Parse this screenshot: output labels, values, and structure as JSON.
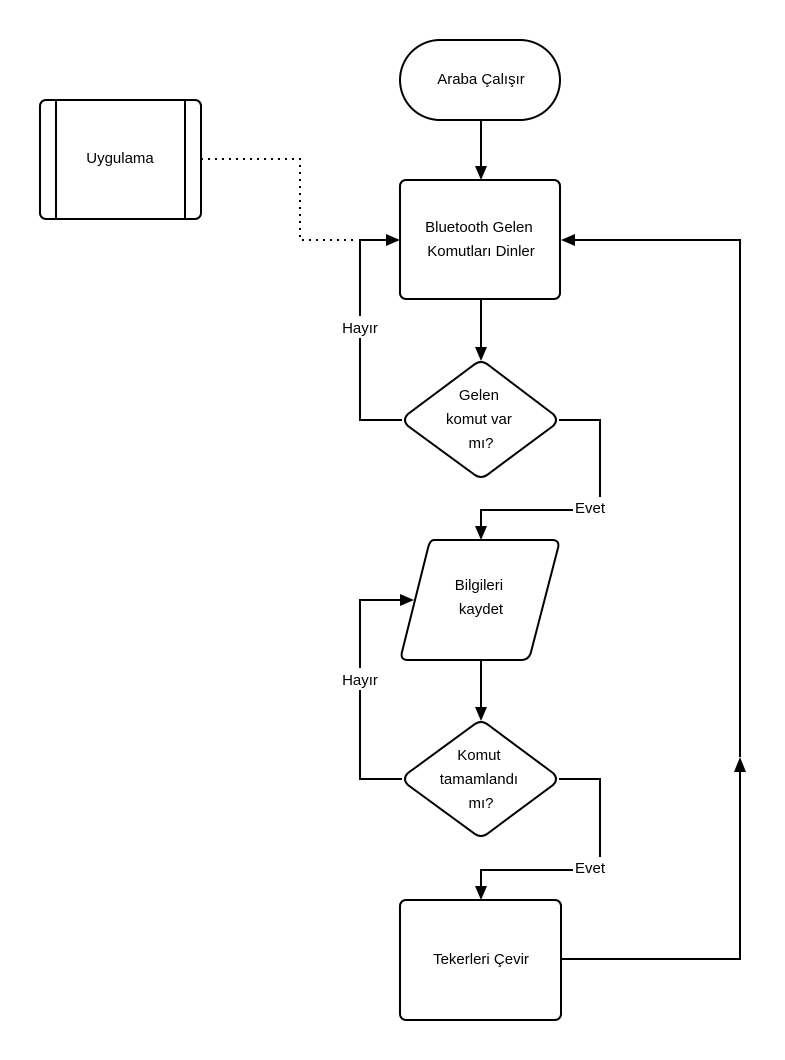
{
  "diagram": {
    "nodes": {
      "start": {
        "lines": [
          "Araba Çalışır"
        ]
      },
      "app": {
        "lines": [
          "Uygulama"
        ]
      },
      "listen": {
        "lines": [
          "Bluetooth Gelen",
          "Komutları Dinler"
        ]
      },
      "decision_command": {
        "lines": [
          "Gelen",
          "komut var",
          "mı?"
        ]
      },
      "save": {
        "lines": [
          "Bilgileri",
          "kaydet"
        ]
      },
      "decision_complete": {
        "lines": [
          "Komut",
          "tamamlandı",
          "mı?"
        ]
      },
      "turn_wheels": {
        "lines": [
          "Tekerleri Çevir"
        ]
      }
    },
    "edge_labels": {
      "no_1": "Hayır",
      "yes_1": "Evet",
      "no_2": "Hayır",
      "yes_2": "Evet"
    }
  },
  "colors": {
    "stroke": "#000000",
    "background": "#ffffff"
  }
}
